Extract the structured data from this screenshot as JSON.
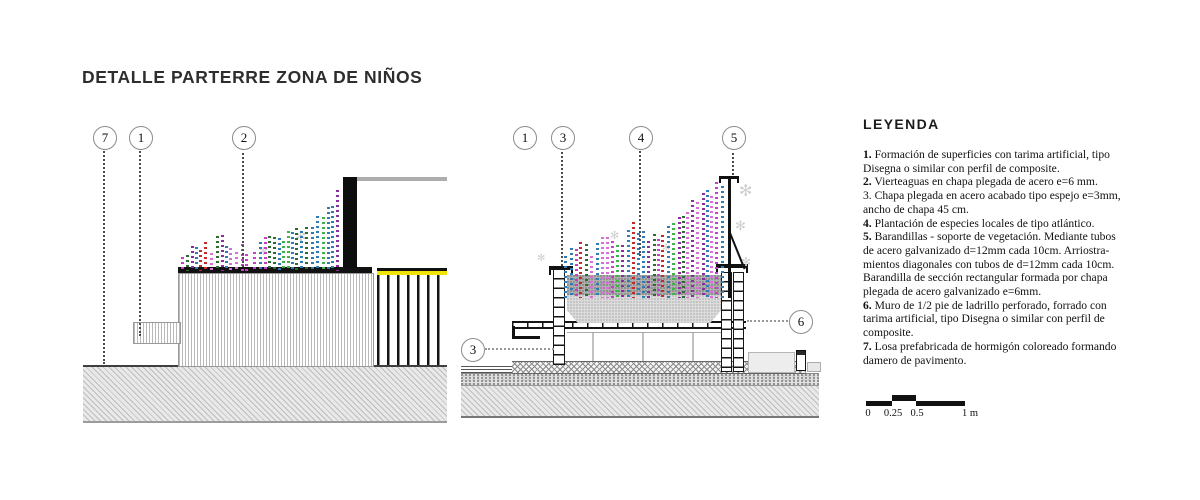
{
  "title": "DETALLE PARTERRE ZONA DE NIÑOS",
  "legend": {
    "title": "LEYENDA",
    "items": [
      {
        "num": "1.",
        "bold": true,
        "text": "Formación de superficies con tarima artificial, tipo Disegna o similar con perfil de composite."
      },
      {
        "num": "2.",
        "bold": true,
        "text": "Vierteaguas en chapa plegada de acero e=6 mm."
      },
      {
        "num": "3.",
        "bold": false,
        "text": "Chapa plegada en acero acabado tipo espejo e=3mm, ancho de chapa 45 cm."
      },
      {
        "num": "4.",
        "bold": true,
        "text": "Plantación de especies locales de tipo atlántico."
      },
      {
        "num": "5.",
        "bold": true,
        "text": "Barandillas - soporte de vegetación. Mediante tubos de acero galvanizado d=12mm cada 10cm. Arriostra-mientos diagonales con tubos de d=12mm cada 10cm. Barandilla de sección rectangular formada por chapa plegada de acero galvanizado e=6mm."
      },
      {
        "num": "6.",
        "bold": true,
        "text": "Muro de 1/2 pie de ladrillo perforado, forrado con tarima artificial, tipo Disegna o similar con perfil de composite."
      },
      {
        "num": "7.",
        "bold": true,
        "text": "Losa prefabricada de hormigón coloreado formando damero de pavimento."
      }
    ]
  },
  "callouts": {
    "left": [
      {
        "label": "7"
      },
      {
        "label": "1"
      },
      {
        "label": "2"
      }
    ],
    "right": [
      {
        "label": "1"
      },
      {
        "label": "3"
      },
      {
        "label": "4"
      },
      {
        "label": "5"
      }
    ],
    "side": [
      {
        "label": "3"
      },
      {
        "label": "6"
      }
    ]
  },
  "scalebar": {
    "labels": [
      "0",
      "0.25",
      "0.5",
      "1 m"
    ]
  },
  "colors": {
    "accent_yellow": "#efe30a",
    "wall_black": "#0d0d0d",
    "handrail_gray": "#adadad",
    "vegetation": [
      "#c42a2a",
      "#2e7bb5",
      "#c93ec9",
      "#3cb449",
      "#2e6b33",
      "#da6ed8",
      "#8a2d9e"
    ]
  }
}
